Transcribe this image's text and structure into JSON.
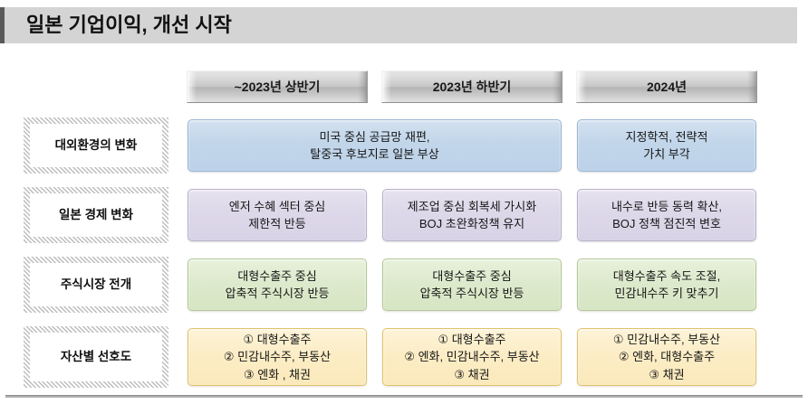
{
  "title": {
    "text": "일본 기업이익, 개선 시작",
    "accent_color": "#5a5a5a",
    "bar_color": "#d4d4d4"
  },
  "columns": [
    {
      "label": "~2023년 상반기"
    },
    {
      "label": "2023년 하반기"
    },
    {
      "label": "2024년"
    }
  ],
  "rows": [
    {
      "label": "대외환경의 변화",
      "color": "#c2d6ea",
      "cells": [
        {
          "text": "미국 중심 공급망 재편,\n탈중국 후보지로 일본 부상",
          "span": 2
        },
        {
          "text": "지정학적, 전략적\n가치 부각",
          "span": 1
        }
      ]
    },
    {
      "label": "일본 경제 변화",
      "color": "#ddd8e9",
      "cells": [
        {
          "text": "엔저 수혜 섹터 중심\n제한적 반등",
          "span": 1
        },
        {
          "text": "제조업 중심 회복세 가시화\nBOJ 초완화정책 유지",
          "span": 1
        },
        {
          "text": "내수로 반등 동력 확산,\nBOJ 정책 점진적 변호",
          "span": 1
        }
      ]
    },
    {
      "label": "주식시장 전개",
      "color": "#ddeacd",
      "cells": [
        {
          "text": "대형수출주 중심\n압축적 주식시장 반등",
          "span": 1
        },
        {
          "text": "대형수출주 중심\n압축적 주식시장 반등",
          "span": 1
        },
        {
          "text": "대형수출주 속도 조절,\n민감내수주 키 맞추기",
          "span": 1
        }
      ]
    },
    {
      "label": "자산별\n선호도",
      "color": "#fcedc6",
      "cells": [
        {
          "text": "① 대형수출주\n② 민감내수주, 부동산\n③ 엔화 , 채권",
          "span": 1
        },
        {
          "text": "① 대형수출주\n② 엔화, 민감내수주, 부동산\n③ 채권",
          "span": 1
        },
        {
          "text": "① 민감내수주, 부동산\n② 엔화, 대형수출주\n③ 채권",
          "span": 1
        }
      ]
    }
  ]
}
